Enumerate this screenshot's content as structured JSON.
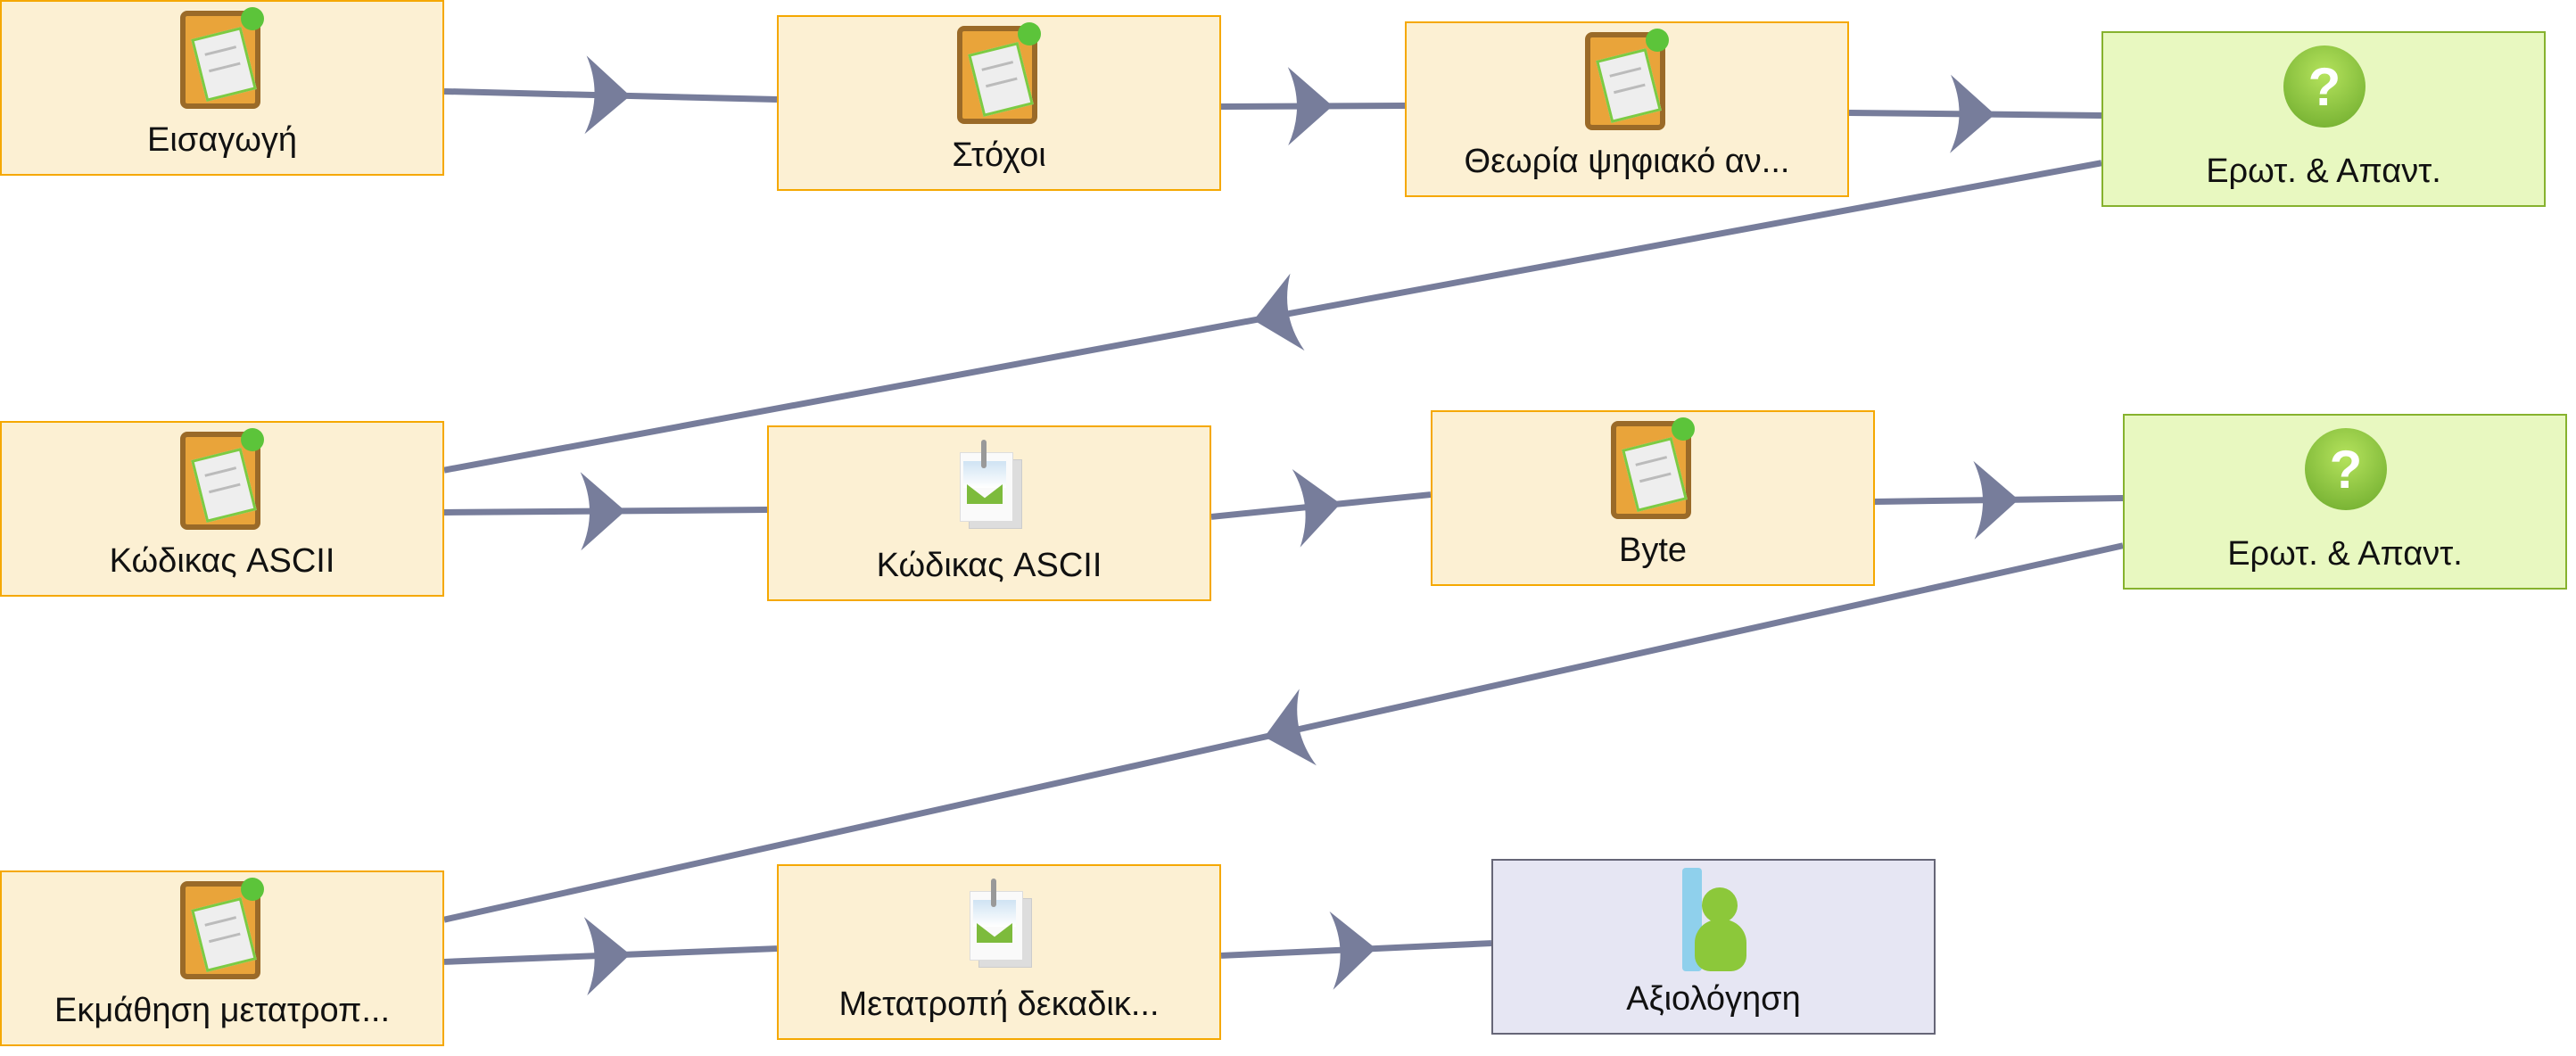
{
  "colors": {
    "edge": "#777d9b",
    "resource_fill": "#fcf0d3",
    "resource_border": "#f5a800",
    "qa_fill": "#e8f8c0",
    "qa_border": "#86b22e",
    "eval_fill": "#e6e6f3",
    "eval_border": "#666677"
  },
  "nodes": [
    {
      "id": "n1",
      "label": "Εισαγωγή",
      "icon": "board-icon",
      "kind": "resource"
    },
    {
      "id": "n2",
      "label": "Στόχοι",
      "icon": "board-icon",
      "kind": "resource"
    },
    {
      "id": "n3",
      "label": "Θεωρία ψηφιακό αν...",
      "icon": "board-icon",
      "kind": "resource"
    },
    {
      "id": "n4",
      "label": "Ερωτ. & Απαντ.",
      "icon": "question-icon",
      "kind": "qa"
    },
    {
      "id": "n5",
      "label": "Κώδικας ASCII",
      "icon": "board-icon",
      "kind": "resource"
    },
    {
      "id": "n6",
      "label": "Κώδικας ASCII",
      "icon": "image-icon",
      "kind": "resource"
    },
    {
      "id": "n7",
      "label": "Byte",
      "icon": "board-icon",
      "kind": "resource"
    },
    {
      "id": "n8",
      "label": "Ερωτ. & Απαντ.",
      "icon": "question-icon",
      "kind": "qa"
    },
    {
      "id": "n9",
      "label": "Εκμάθηση μετατροπ...",
      "icon": "board-icon",
      "kind": "resource"
    },
    {
      "id": "n10",
      "label": "Μετατροπή δεκαδικ...",
      "icon": "image-icon",
      "kind": "resource"
    },
    {
      "id": "n11",
      "label": "Αξιολόγηση",
      "icon": "evaluation-icon",
      "kind": "eval"
    }
  ],
  "edges": [
    {
      "from": "n1",
      "to": "n2"
    },
    {
      "from": "n2",
      "to": "n3"
    },
    {
      "from": "n3",
      "to": "n4"
    },
    {
      "from": "n4",
      "to": "n5"
    },
    {
      "from": "n5",
      "to": "n6"
    },
    {
      "from": "n6",
      "to": "n7"
    },
    {
      "from": "n7",
      "to": "n8"
    },
    {
      "from": "n8",
      "to": "n9"
    },
    {
      "from": "n9",
      "to": "n10"
    },
    {
      "from": "n10",
      "to": "n11"
    }
  ],
  "question_glyph": "?"
}
